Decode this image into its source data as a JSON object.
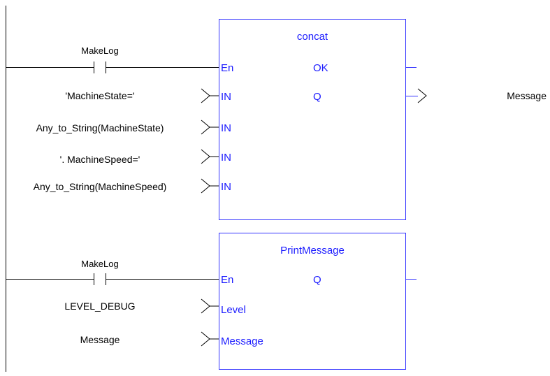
{
  "rung1": {
    "contact_label": "MakeLog",
    "block_name": "concat",
    "pins": {
      "en": "En",
      "ok": "OK",
      "q": "Q",
      "in": "IN"
    },
    "inputs": [
      "'MachineState='",
      "Any_to_String(MachineState)",
      "'. MachineSpeed='",
      "Any_to_String(MachineSpeed)"
    ],
    "output": "Message"
  },
  "rung2": {
    "contact_label": "MakeLog",
    "block_name": "PrintMessage",
    "pins": {
      "en": "En",
      "q": "Q",
      "level": "Level",
      "message": "Message"
    },
    "inputs": [
      "LEVEL_DEBUG",
      "Message"
    ]
  },
  "colors": {
    "block": "#3333ff",
    "block_text": "#1a1aff",
    "wire": "#000000"
  }
}
